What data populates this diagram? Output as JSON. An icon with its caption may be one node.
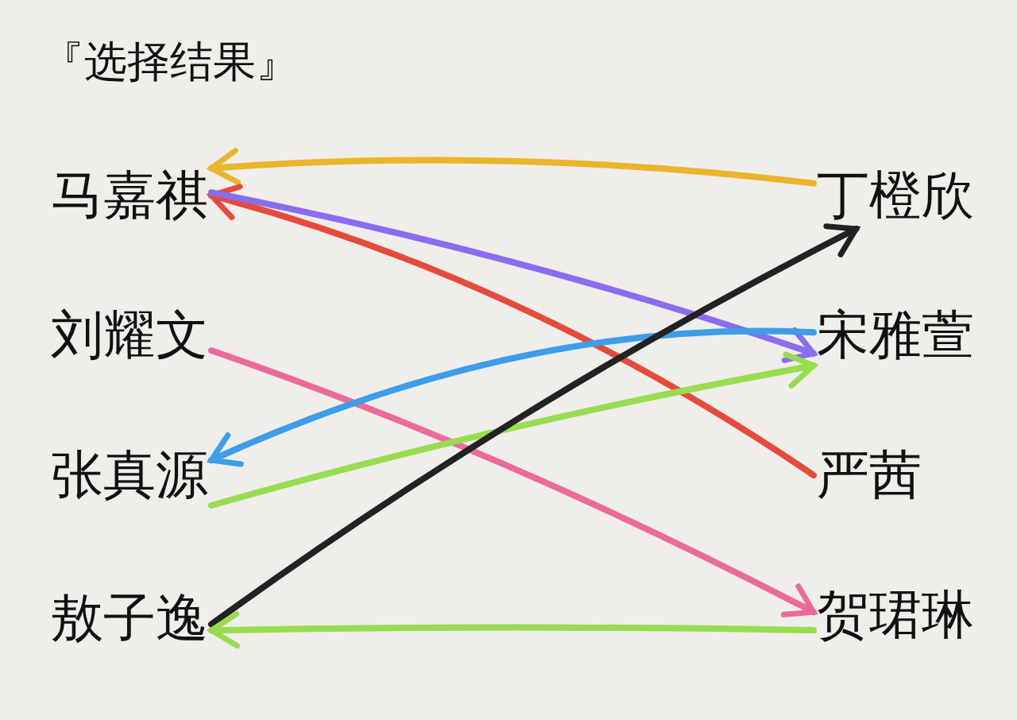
{
  "diagram": {
    "title": "『选择结果』",
    "nodes": [
      {
        "text": [
          "马嘉祺"
        ]
      },
      {
        "text": [
          "刘耀文"
        ]
      },
      {
        "text": [
          "张真源"
        ]
      },
      {
        "text": [
          "敖子逸"
        ]
      },
      {
        "text": [
          "丁橙欣"
        ]
      },
      {
        "text": [
          "宋雅萱"
        ]
      },
      {
        "text": [
          "严茜"
        ]
      },
      {
        "text": [
          "贺珺琳"
        ]
      }
    ],
    "edges": [
      {
        "from": 4,
        "to": 0,
        "arrow": "to",
        "color": "#eab52a"
      },
      {
        "from": 6,
        "to": 0,
        "arrow": "to",
        "color": "#e54b3c"
      },
      {
        "from": 0,
        "to": 5,
        "arrow": "to",
        "color": "#8a6cf0"
      },
      {
        "from": 1,
        "to": 7,
        "arrow": "to",
        "color": "#ec6a9a"
      },
      {
        "from": 5,
        "to": 2,
        "arrow": "to",
        "color": "#3d9de8"
      },
      {
        "from": 2,
        "to": 5,
        "arrow": "to",
        "color": "#97dd4f"
      },
      {
        "from": 3,
        "to": 4,
        "arrow": "to",
        "color": "#222222"
      },
      {
        "from": 7,
        "to": 3,
        "arrow": "to",
        "color": "#97dd4f"
      }
    ]
  }
}
